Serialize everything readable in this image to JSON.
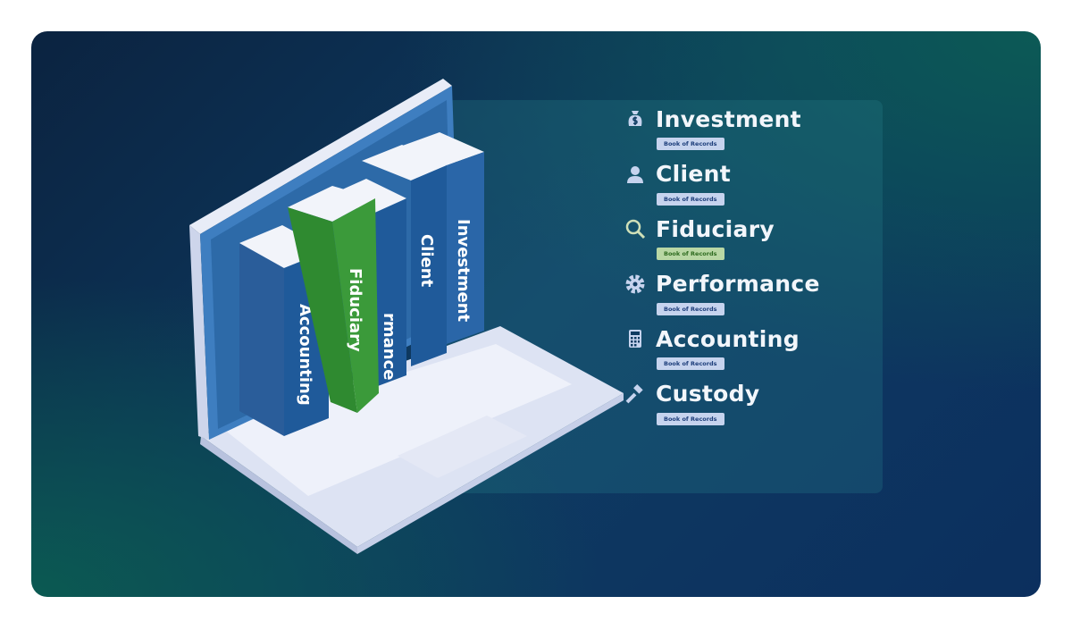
{
  "categories": [
    {
      "label": "Investment",
      "icon": "money-bag-icon",
      "badge": "Book of Records",
      "highlight": false
    },
    {
      "label": "Client",
      "icon": "user-icon",
      "badge": "Book of Records",
      "highlight": false
    },
    {
      "label": "Fiduciary",
      "icon": "search-icon",
      "badge": "Book of Records",
      "highlight": true
    },
    {
      "label": "Performance",
      "icon": "gear-icon",
      "badge": "Book of Records",
      "highlight": false
    },
    {
      "label": "Accounting",
      "icon": "calculator-icon",
      "badge": "Book of Records",
      "highlight": false
    },
    {
      "label": "Custody",
      "icon": "gavel-icon",
      "badge": "Book of Records",
      "highlight": false
    }
  ],
  "books": {
    "accounting": "Accounting",
    "fiduciary": "Fiduciary",
    "performance": "rmance",
    "client": "Client",
    "investment": "Investment"
  },
  "colors": {
    "book_blue": "#1f5a9a",
    "book_green": "#3b9a3a",
    "badge": "#c6d3ee",
    "badge_green": "#b9d7a4"
  }
}
